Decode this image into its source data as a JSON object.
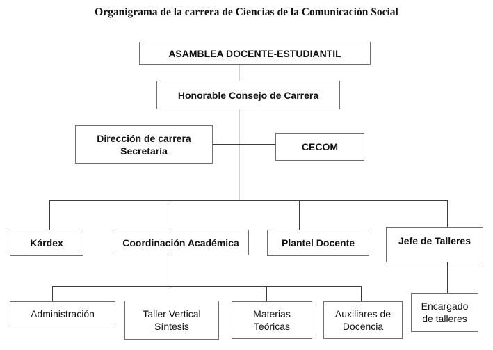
{
  "title": "Organigrama de la carrera de Ciencias de la Comunicación Social",
  "nodes": {
    "asamblea": "ASAMBLEA DOCENTE-ESTUDIANTIL",
    "consejo": "Honorable Consejo de Carrera",
    "direccion_l1": "Dirección de carrera",
    "direccion_l2": "Secretaría",
    "cecom": "CECOM",
    "kardex": "Kárdex",
    "coordinacion": "Coordinación Académica",
    "plantel": "Plantel Docente",
    "jefe_talleres": "Jefe de Talleres",
    "administracion": "Administración",
    "taller_l1": "Taller Vertical",
    "taller_l2": "Síntesis",
    "materias_l1": "Materias",
    "materias_l2": "Teóricas",
    "auxiliares_l1": "Auxiliares de",
    "auxiliares_l2": "Docencia",
    "encargado_l1": "Encargado",
    "encargado_l2": "de talleres"
  }
}
